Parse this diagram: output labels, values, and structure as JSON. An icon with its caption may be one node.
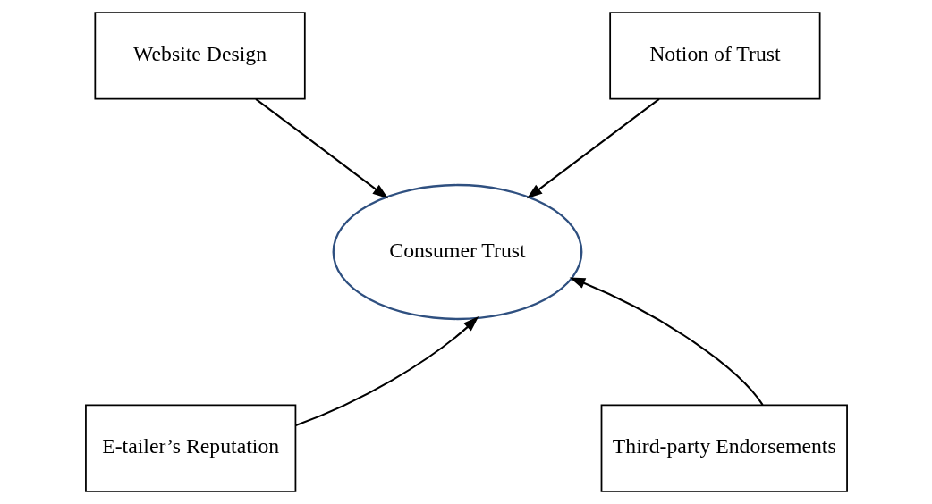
{
  "diagram": {
    "nodes": [
      {
        "text": [
          "Website Design"
        ]
      },
      {
        "text": [
          "Notion of Trust"
        ]
      },
      {
        "text": [
          "Consumer Trust"
        ]
      },
      {
        "text": [
          "E-tailer’s Reputation"
        ]
      },
      {
        "text": [
          "Third-party Endorsements"
        ]
      }
    ],
    "edges": [
      {
        "from": 0,
        "to": 2,
        "arrow": "to"
      },
      {
        "from": 1,
        "to": 2,
        "arrow": "to"
      },
      {
        "from": 3,
        "to": 2,
        "arrow": "to"
      },
      {
        "from": 4,
        "to": 2,
        "arrow": "to"
      }
    ]
  }
}
